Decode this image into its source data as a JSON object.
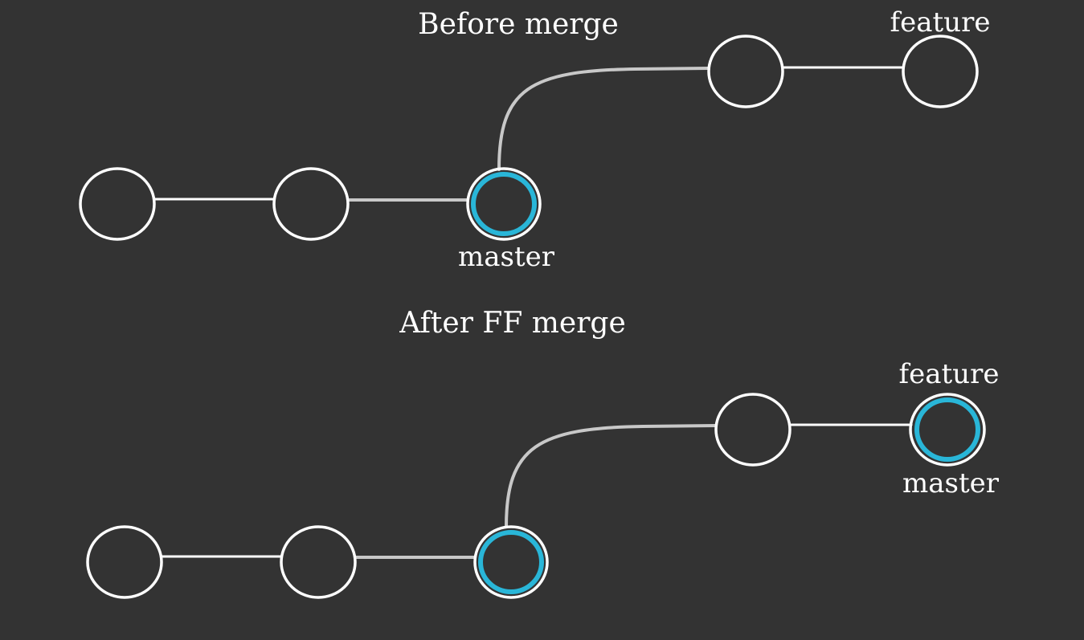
{
  "diagrams": [
    {
      "title": "Before merge",
      "labels": {
        "feature": "feature",
        "master": "master"
      },
      "highlight_color": "#29b6d8"
    },
    {
      "title": "After FF merge",
      "labels": {
        "feature": "feature",
        "master": "master"
      },
      "highlight_color": "#29b6d8"
    }
  ],
  "colors": {
    "background": "#333333",
    "commit_stroke": "#ffffff",
    "edge_gray": "#c8c8c8",
    "highlight": "#29b6d8"
  }
}
